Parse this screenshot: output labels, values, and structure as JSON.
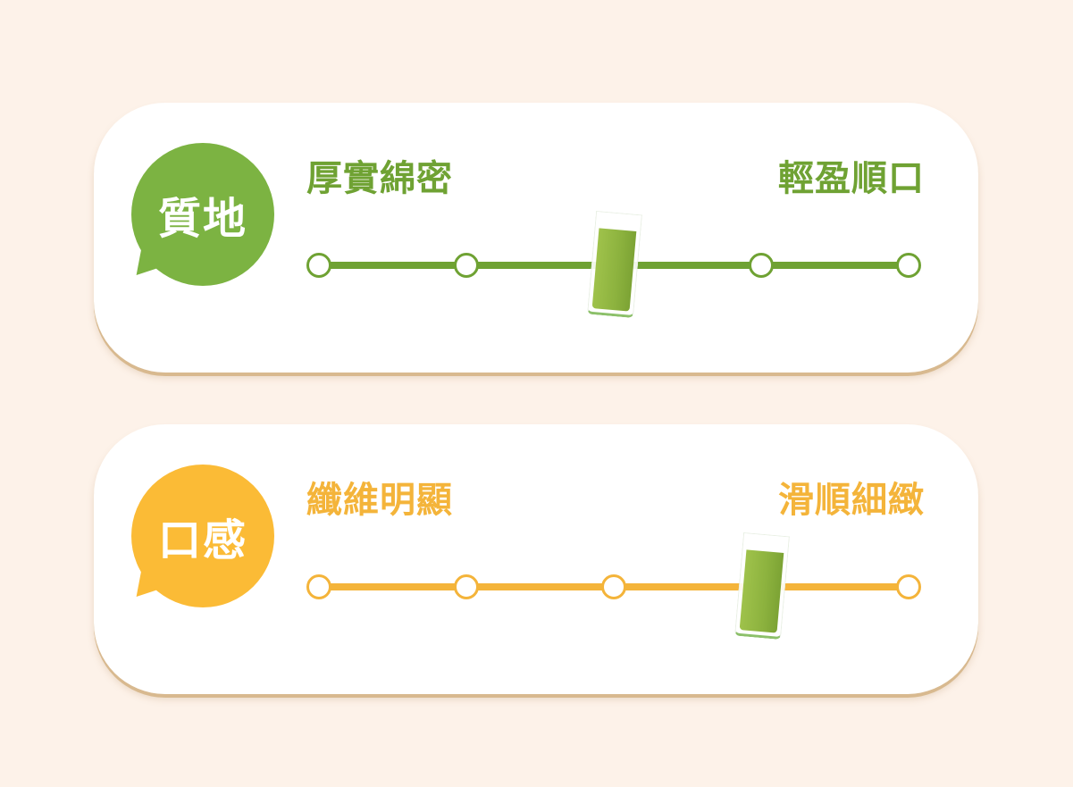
{
  "scales": [
    {
      "title": "質地",
      "left_label": "厚實綿密",
      "right_label": "輕盈順口",
      "color": "#6fa233",
      "bubble_color": "#7cb342",
      "steps": 5,
      "value": 3
    },
    {
      "title": "口感",
      "left_label": "纖維明顯",
      "right_label": "滑順細緻",
      "color": "#f4b43a",
      "bubble_color": "#fbbb36",
      "steps": 5,
      "value": 4
    }
  ]
}
